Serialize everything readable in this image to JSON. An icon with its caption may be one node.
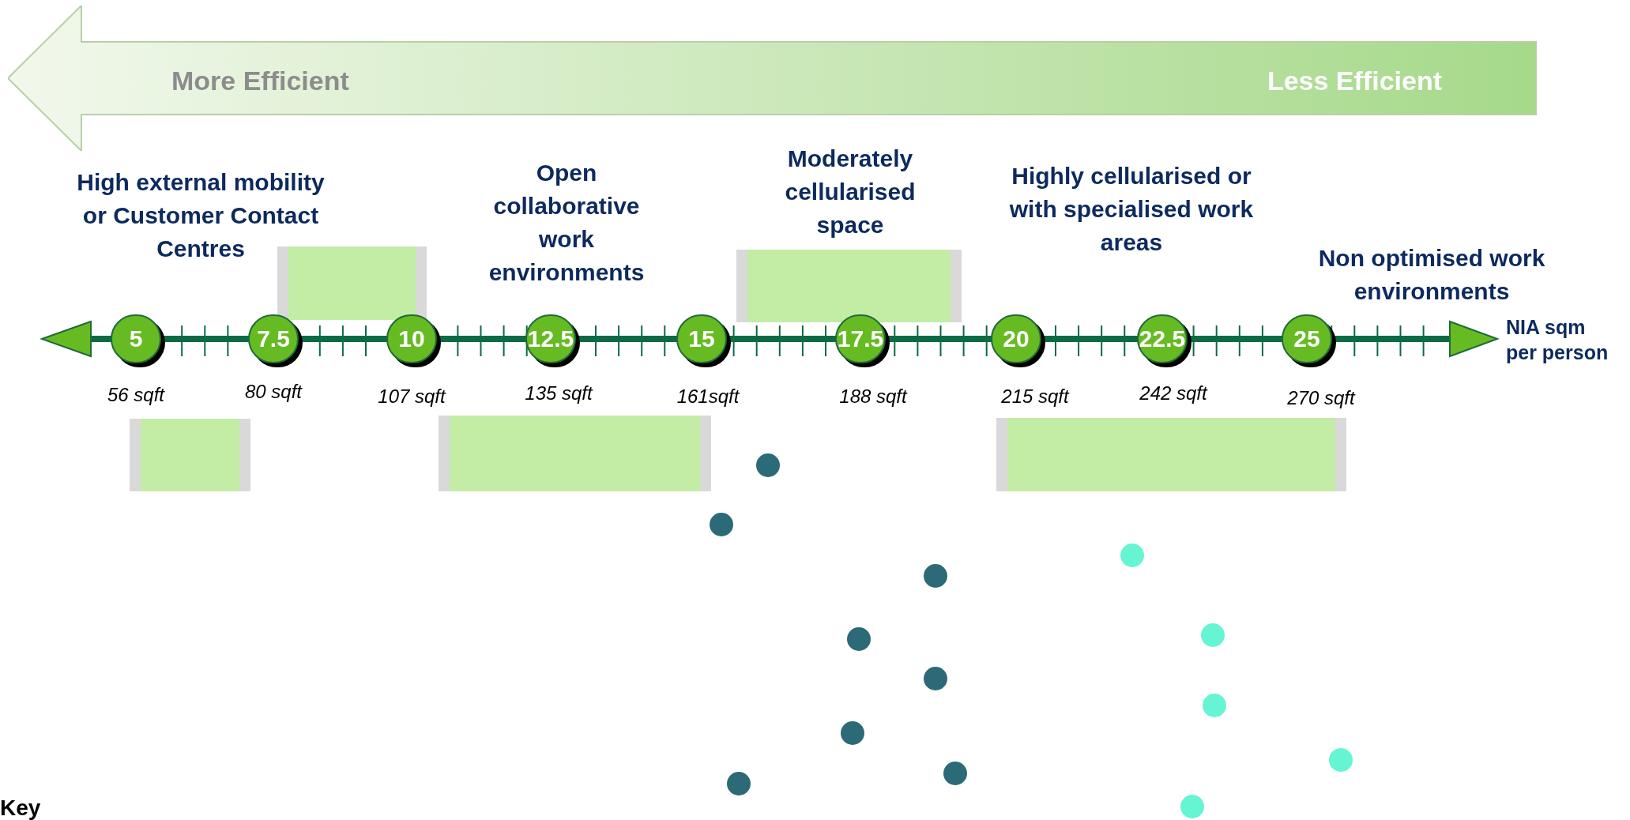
{
  "diagram": {
    "nodes": [
      {
        "text": [
          "More Efficient",
          "Less Efficient"
        ]
      },
      {
        "text": [],
        "shape": "bar"
      },
      {
        "text": [],
        "shape": "bar"
      },
      {
        "text": [
          "5"
        ]
      },
      {
        "text": [
          "7.5"
        ]
      },
      {
        "text": [
          "10"
        ]
      },
      {
        "text": [
          "12.5"
        ]
      },
      {
        "text": [
          "15"
        ]
      },
      {
        "text": [
          "17.5"
        ]
      },
      {
        "text": [
          "20"
        ]
      },
      {
        "text": [
          "22.5"
        ]
      },
      {
        "text": [
          "25"
        ]
      },
      {
        "text": [],
        "shape": "bar"
      },
      {
        "text": [],
        "shape": "bar"
      },
      {
        "text": [],
        "shape": "bar"
      },
      {
        "text": [],
        "shape": "circle"
      },
      {
        "text": [],
        "shape": "circle"
      },
      {
        "text": [],
        "shape": "circle"
      },
      {
        "text": [],
        "shape": "circle"
      },
      {
        "text": [],
        "shape": "circle"
      },
      {
        "text": [],
        "shape": "circle"
      },
      {
        "text": [],
        "shape": "circle"
      },
      {
        "text": [],
        "shape": "circle"
      },
      {
        "text": [],
        "shape": "circle"
      },
      {
        "text": [],
        "shape": "circle"
      },
      {
        "text": [],
        "shape": "circle"
      },
      {
        "text": [],
        "shape": "circle"
      },
      {
        "text": [],
        "shape": "circle"
      }
    ],
    "labels": [
      "High external mobility or Customer Contact Centres",
      "Open collaborative work environments",
      "Moderately cellularised space",
      "Highly cellularised or with specialised work areas",
      "Non optimised work environments",
      "NIA sqm per person",
      "56 sqft",
      "80 sqft",
      "107 sqft",
      "135 sqft",
      "161sqft",
      "188 sqft",
      "215 sqft",
      "242 sqft",
      "270 sqft",
      "Key"
    ]
  }
}
